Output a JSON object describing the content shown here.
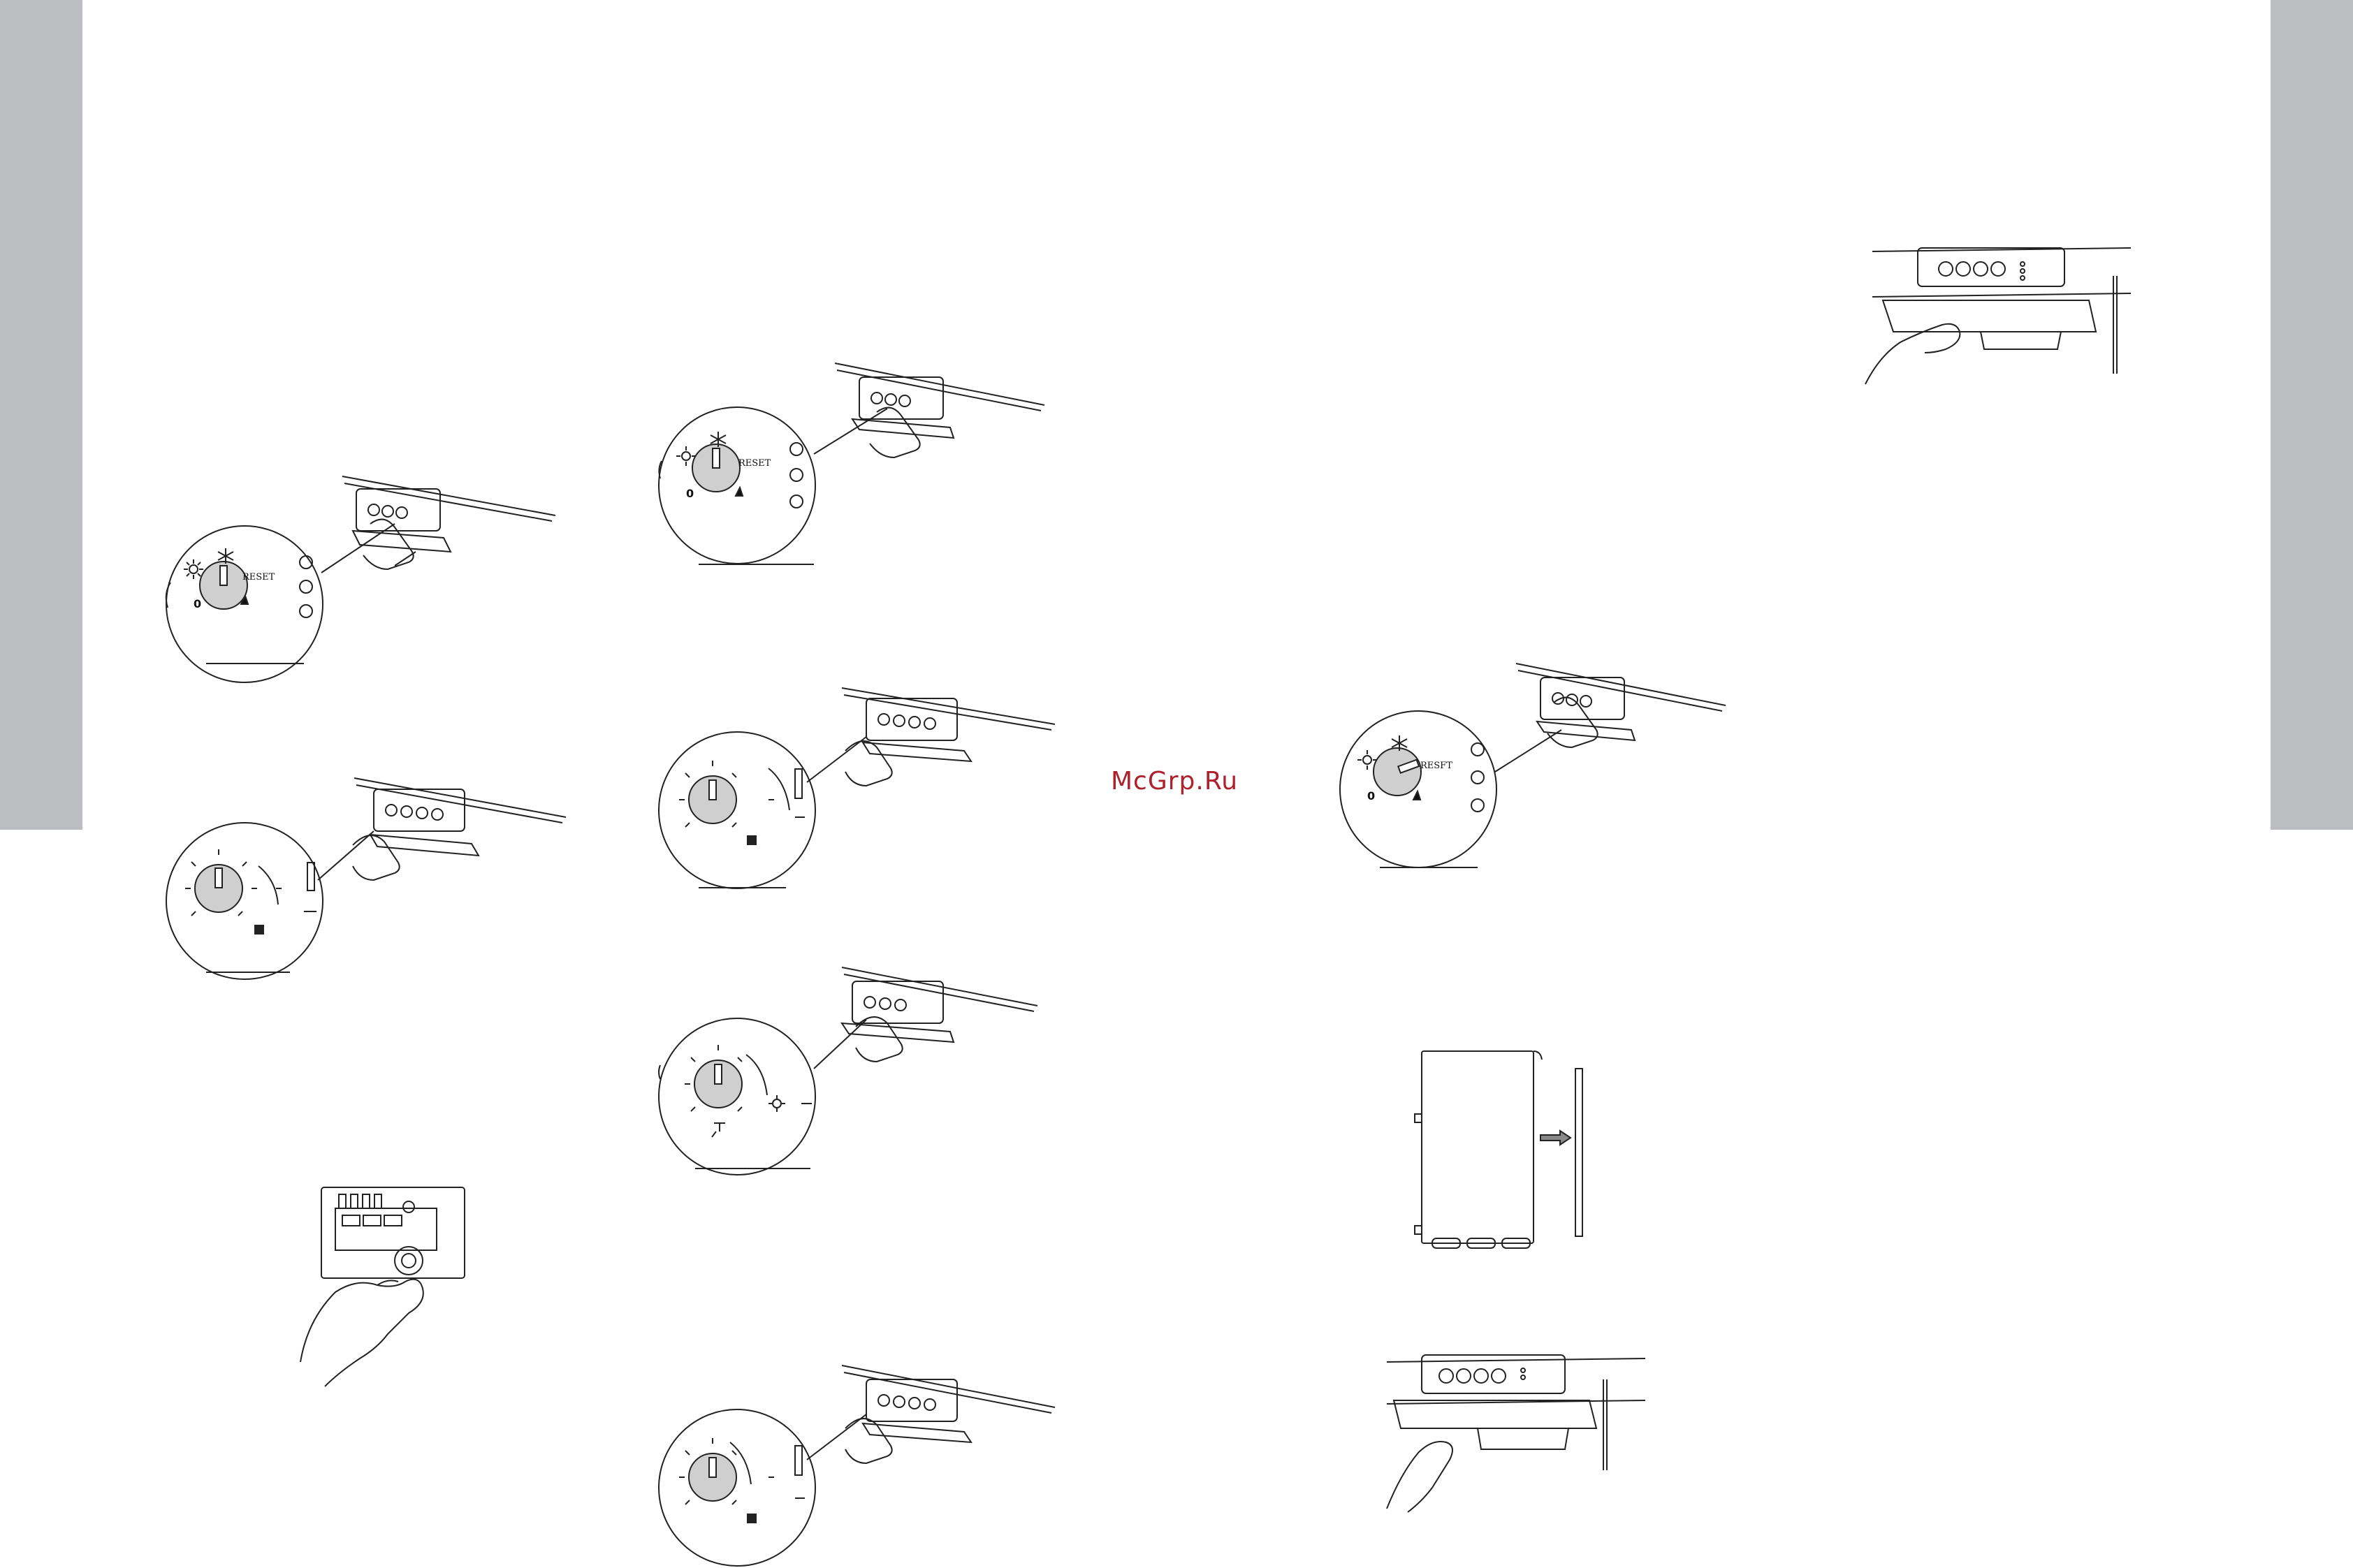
{
  "watermark": {
    "text": "McGrp.Ru"
  },
  "colors": {
    "side_bar": "#bcbdc0",
    "watermark": "#b0202a",
    "line": "#222222"
  },
  "figures": [
    {
      "name": "reset-knob-figure-1",
      "label": "RESET",
      "zero": "0"
    },
    {
      "name": "temperature-knob-figure-1"
    },
    {
      "name": "control-panel-hand-figure"
    },
    {
      "name": "reset-knob-figure-2",
      "label": "RESET",
      "zero": "0"
    },
    {
      "name": "temperature-knob-figure-2"
    },
    {
      "name": "hot-water-knob-figure"
    },
    {
      "name": "temperature-knob-figure-3"
    },
    {
      "name": "reset-knob-figure-3",
      "label": "RESFT",
      "zero": "0"
    },
    {
      "name": "boiler-cover-removal-figure"
    },
    {
      "name": "panel-flap-open-figure-1"
    },
    {
      "name": "panel-flap-open-figure-2"
    }
  ]
}
